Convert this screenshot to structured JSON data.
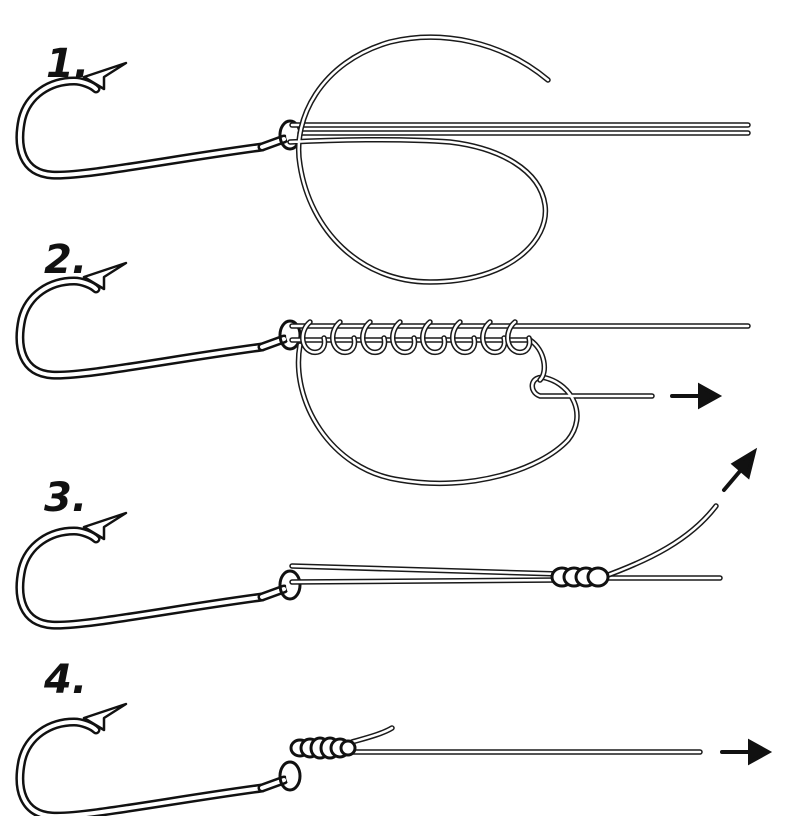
{
  "steps": [
    {
      "label": "1."
    },
    {
      "label": "2."
    },
    {
      "label": "3."
    },
    {
      "label": "4."
    }
  ],
  "colors": {
    "ink": "#111111",
    "background": "#ffffff"
  },
  "icons": [
    "fish-hook-icon",
    "line-loop-icon",
    "wrap-coils-icon",
    "pull-arrow-icon"
  ]
}
